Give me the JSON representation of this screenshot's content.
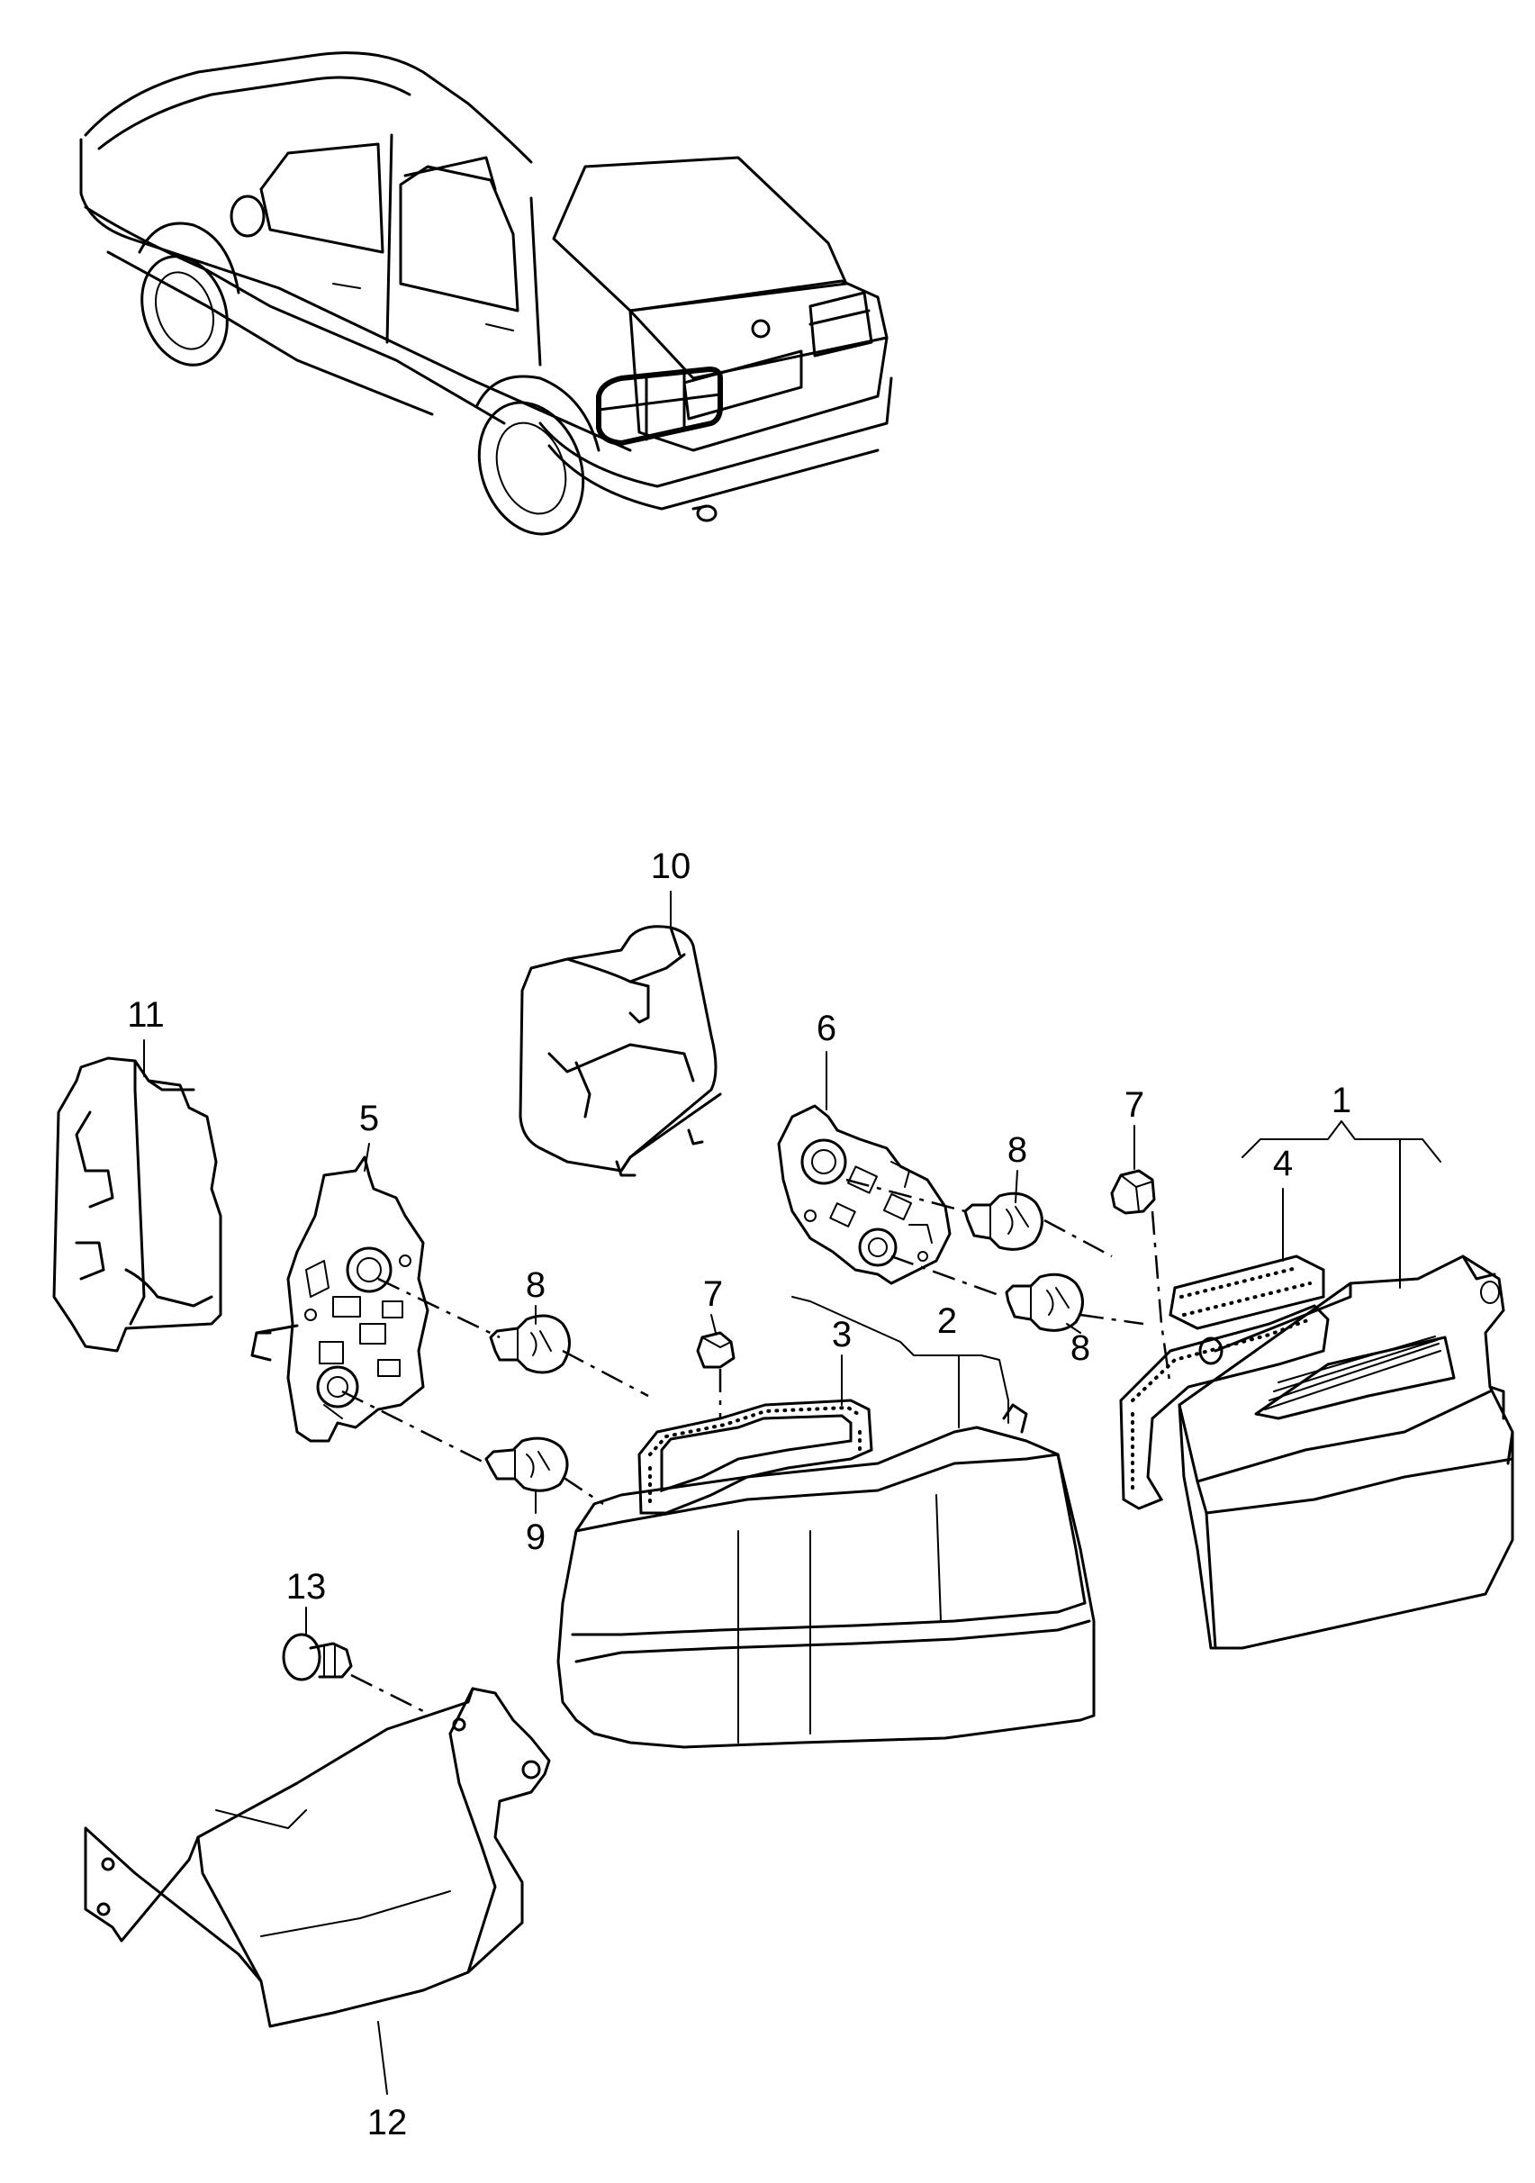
{
  "callouts": [
    {
      "id": "1",
      "text": "1"
    },
    {
      "id": "2",
      "text": "2"
    },
    {
      "id": "3",
      "text": "3"
    },
    {
      "id": "4",
      "text": "4"
    },
    {
      "id": "5",
      "text": "5"
    },
    {
      "id": "6",
      "text": "6"
    },
    {
      "id": "7a",
      "text": "7"
    },
    {
      "id": "7b",
      "text": "7"
    },
    {
      "id": "8a",
      "text": "8"
    },
    {
      "id": "8b",
      "text": "8"
    },
    {
      "id": "8c",
      "text": "8"
    },
    {
      "id": "9",
      "text": "9"
    },
    {
      "id": "10",
      "text": "10"
    },
    {
      "id": "11",
      "text": "11"
    },
    {
      "id": "12",
      "text": "12"
    },
    {
      "id": "13",
      "text": "13"
    }
  ]
}
